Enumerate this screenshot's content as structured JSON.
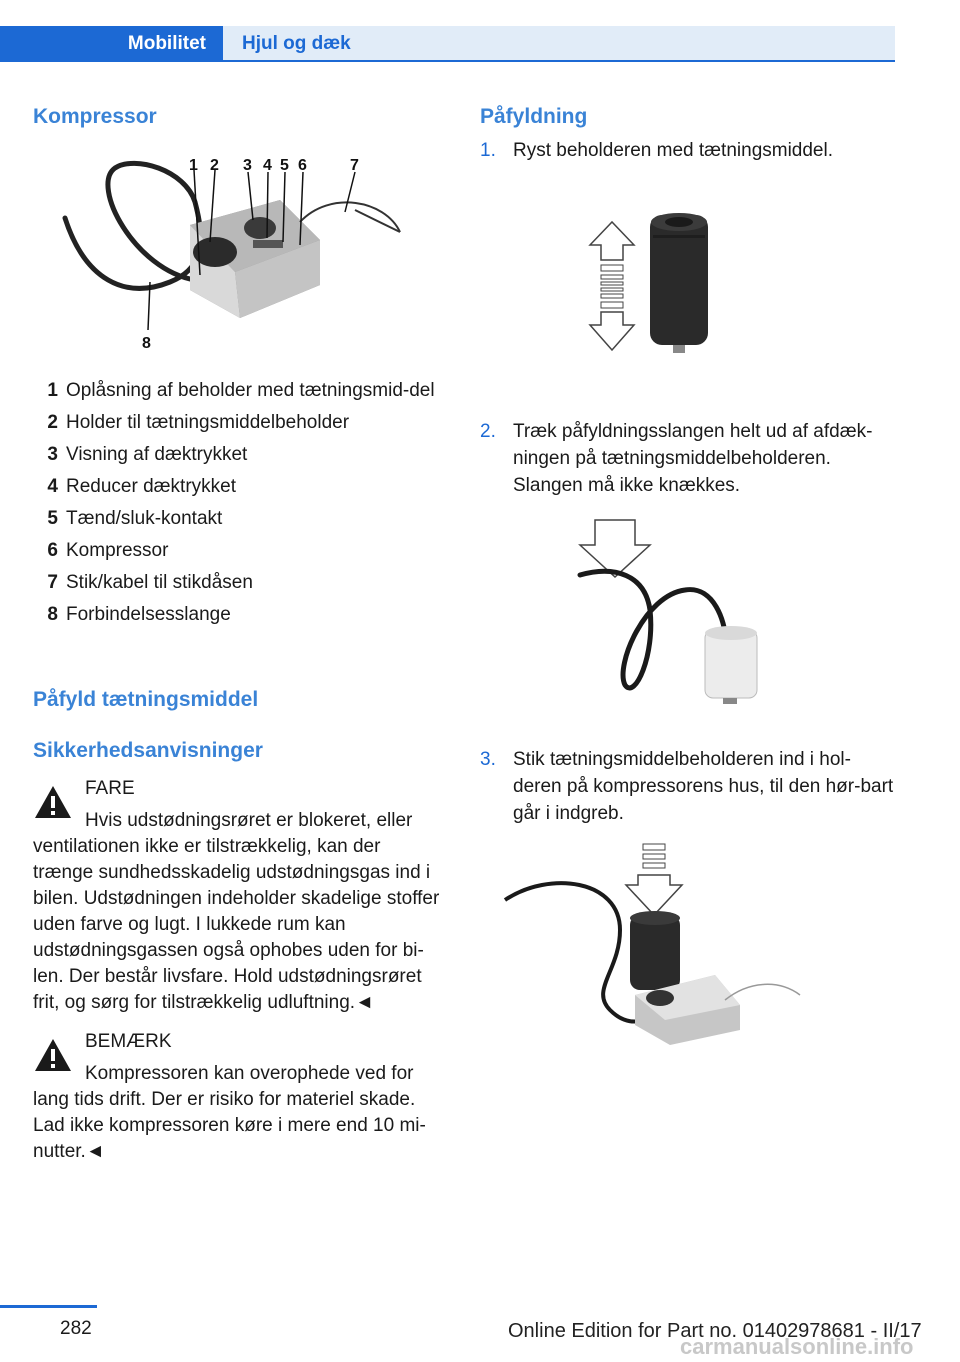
{
  "header": {
    "tab_active": "Mobilitet",
    "tab_inactive": "Hjul og dæk"
  },
  "left": {
    "heading": "Kompressor",
    "figure_labels": [
      "1",
      "2",
      "3",
      "4",
      "5",
      "6",
      "7",
      "8"
    ],
    "parts": [
      {
        "num": "1",
        "text": "Oplåsning af beholder med tætningsmid-del"
      },
      {
        "num": "2",
        "text": "Holder til tætningsmiddelbeholder"
      },
      {
        "num": "3",
        "text": "Visning af dæktrykket"
      },
      {
        "num": "4",
        "text": "Reducer dæktrykket"
      },
      {
        "num": "5",
        "text": "Tænd/sluk-kontakt"
      },
      {
        "num": "6",
        "text": "Kompressor"
      },
      {
        "num": "7",
        "text": "Stik/kabel til stikdåsen"
      },
      {
        "num": "8",
        "text": "Forbindelsesslange"
      }
    ],
    "section_heading": "Påfyld tætningsmiddel",
    "subsection_heading": "Sikkerhedsanvisninger",
    "warning1": {
      "title": "FARE",
      "text": "Hvis udstødningsrøret er blokeret, eller ventilationen ikke er tilstrækkelig, kan der trænge sundhedsskadelig udstødningsgas ind i bilen. Udstødningen indeholder skadelige stoffer uden farve og lugt. I lukkede rum kan udstødningsgassen også ophobes uden for bi-len. Der består livsfare. Hold udstødningsrøret frit, og sørg for tilstrækkelig udluftning.◄"
    },
    "warning2": {
      "title": "BEMÆRK",
      "text": "Kompressoren kan overophede ved for lang tids drift. Der er risiko for materiel skade. Lad ikke kompressoren køre i mere end 10 mi-nutter.◄"
    }
  },
  "right": {
    "heading": "Påfyldning",
    "steps": [
      {
        "num": "1.",
        "text": "Ryst beholderen med tætningsmiddel."
      },
      {
        "num": "2.",
        "text": "Træk påfyldningsslangen helt ud af afdæk-ningen på tætningsmiddelbeholderen. Slangen må ikke knækkes."
      },
      {
        "num": "3.",
        "text": "Stik tætningsmiddelbeholderen ind i hol-deren på kompressorens hus, til den hør-bart går i indgreb."
      }
    ]
  },
  "footer": {
    "page_number": "282",
    "edition": "Online Edition for Part no. 01402978681 - II/17",
    "watermark": "carmanualsonline.info"
  }
}
